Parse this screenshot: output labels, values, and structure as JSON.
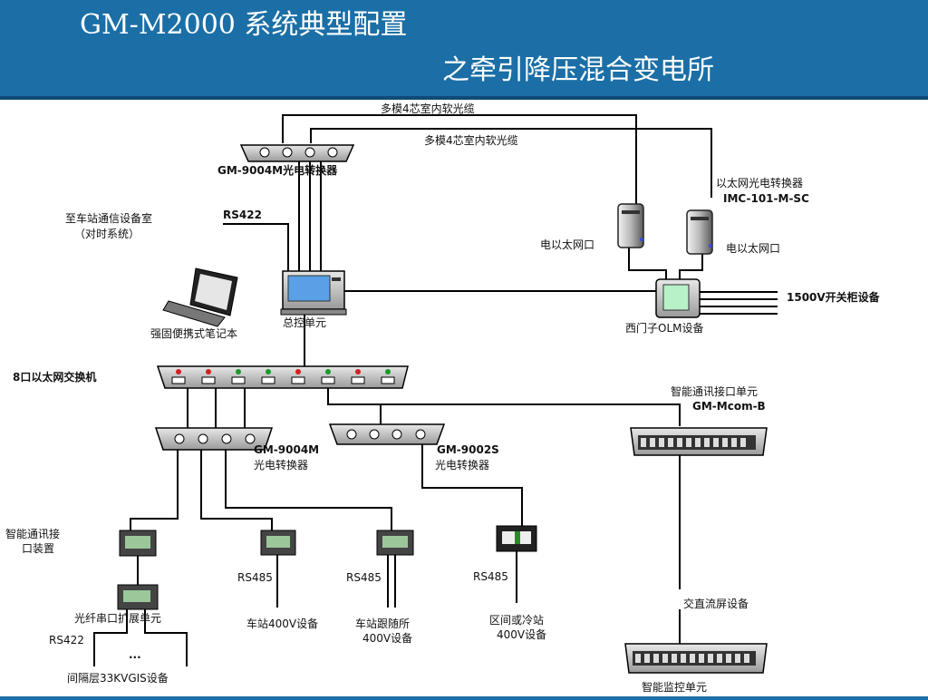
{
  "header": {
    "title_line1": "GM-M2000 系统典型配置",
    "title_line2": "之牵引降压混合变电所"
  },
  "labels": {
    "fiber_top1": "多模4芯室内软光缆",
    "fiber_top2": "多模4芯室内软光缆",
    "converter_top": "GM-9004M光电转换器",
    "to_station_comm_1": "至车站通信设备室",
    "to_station_comm_2": "（对时系统）",
    "rs422_top": "RS422",
    "ethernet_port_left": "电以太网口",
    "ethernet_port_right": "电以太网口",
    "imc_converter_1": "以太网光电转换器",
    "imc_converter_2": "IMC-101-M-SC",
    "laptop": "强固便携式笔记本",
    "master_unit": "总控单元",
    "switchgear": "1500V开关柜设备",
    "olm": "西门子OLM设备",
    "switch8": "8口以太网交换机",
    "mcom_1": "智能通讯接口单元",
    "mcom_2": "GM-Mcom-B",
    "gm9004m_bottom_1": "GM-9004M",
    "gm9004m_bottom_2": "光电转换器",
    "gm9002s_1": "GM-9002S",
    "gm9002s_2": "光电转换器",
    "smart_comm_device_1": "智能通讯接",
    "smart_comm_device_2": "口装置",
    "rs485_a": "RS485",
    "rs485_b": "RS485",
    "rs485_c": "RS485",
    "station_400v": "车站400V设备",
    "follow_400v_1": "车站跟随所",
    "follow_400v_2": "400V设备",
    "section_400v_1": "区间或冷站",
    "section_400v_2": "400V设备",
    "ac_dc_screen": "交直流屏设备",
    "fiber_serial": "光纤串口扩展单元",
    "rs422_bottom": "RS422",
    "ellipsis": "...",
    "gis": "间隔层33KVGIS设备",
    "monitor_unit": "智能监控单元"
  },
  "colors": {
    "header_bg": "#1b6fa6",
    "led_red": "#d42020",
    "led_green": "#1a9b2a"
  }
}
